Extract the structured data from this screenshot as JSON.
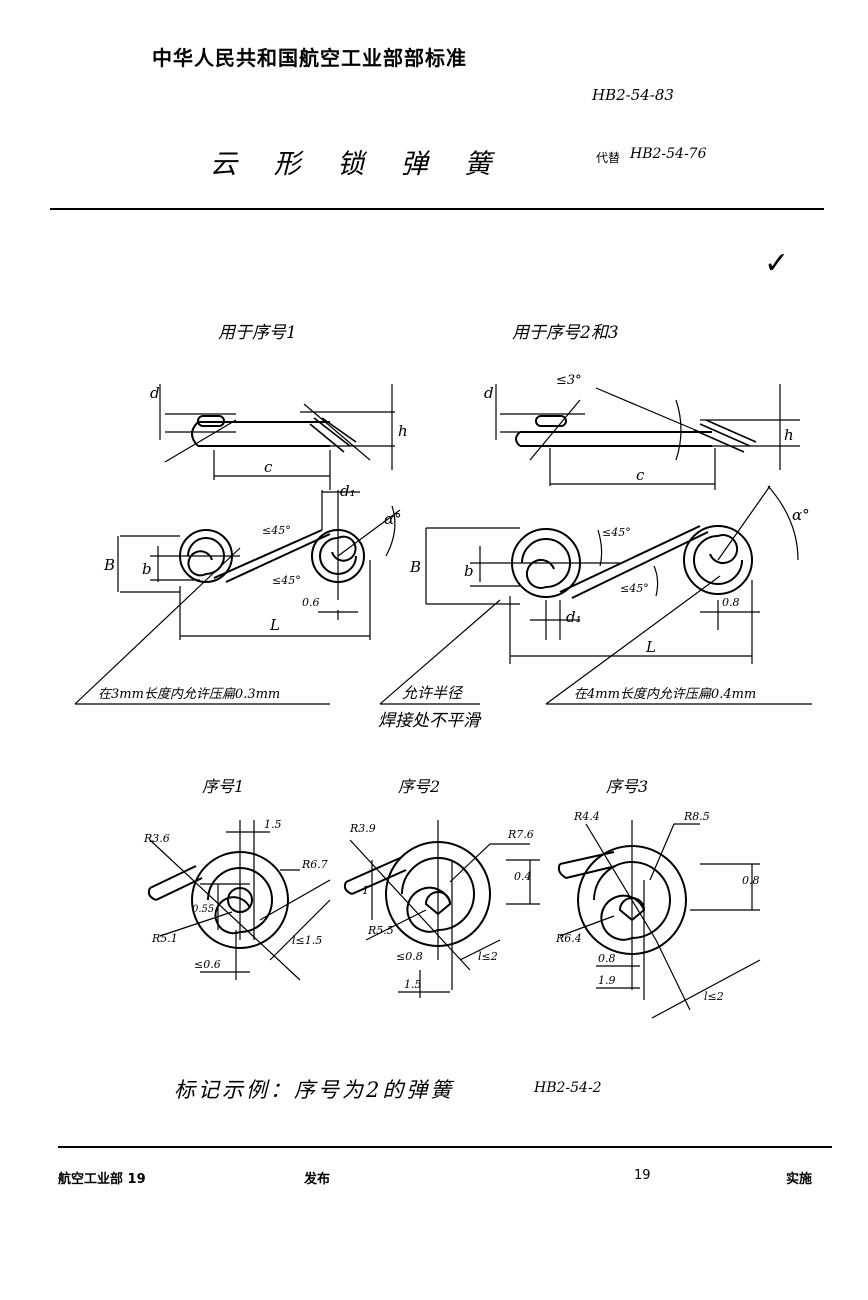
{
  "header": {
    "org_standard": "中华人民共和国航空工业部部标准",
    "standard_number": "HB2-54-83",
    "title": "云 形 锁 弹 簧",
    "replaces_prefix": "代替",
    "replaces_number": "HB2-54-76",
    "roughness_mark": "✓"
  },
  "drawings": {
    "label_left": "用于序号1",
    "label_right": "用于序号2和3",
    "dim_d": "d",
    "dim_h": "h",
    "dim_c": "c",
    "dim_d1": "d₁",
    "dim_B": "B",
    "dim_b": "b",
    "dim_L": "L",
    "dim_alpha": "α°",
    "angle_45a": "≤45°",
    "angle_45b": "≤45°",
    "angle_3": "≤3°",
    "dim_06": "0.6",
    "dim_08": "0.8",
    "note_left": "在3mm长度内允许压扁0.3mm",
    "note_mid_1": "允许半径",
    "note_mid_2": "焊接处不平滑",
    "note_right": "在4mm长度内允许压扁0.4mm"
  },
  "details": {
    "seq1": {
      "title": "序号1",
      "r1": "R3.6",
      "r2": "R6.7",
      "r3": "R5.1",
      "d1": "1.5",
      "d2": "0.55",
      "d3": "≤0.6",
      "l": "l≤1.5"
    },
    "seq2": {
      "title": "序号2",
      "r1": "R3.9",
      "r2": "R7.6",
      "r3": "R5.5",
      "d1": "0.4",
      "d2": "1",
      "d3": "≤0.8",
      "d4": "1.5",
      "l": "l≤2"
    },
    "seq3": {
      "title": "序号3",
      "r1": "R4.4",
      "r2": "R8.5",
      "r3": "R6.4",
      "d1": "0.8",
      "d2": "0.8",
      "d3": "1.9",
      "l": "l≤2"
    }
  },
  "marking_example": {
    "label": "标记示例：序号为2的弹簧",
    "code": "HB2-54-2"
  },
  "footer": {
    "issuer": "航空工业部 19",
    "published": "发布",
    "year": "19",
    "effective": "实施"
  }
}
